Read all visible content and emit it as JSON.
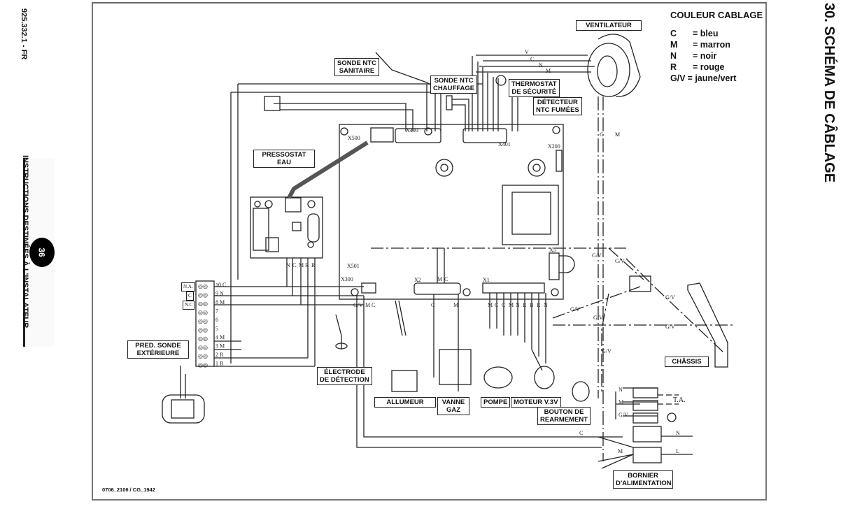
{
  "document": {
    "reference": "925.332.1 - FR",
    "side_title": "INSTRUCTIONS DESTINÉES À L'INSTALATEUR",
    "page_number": "36",
    "section_title": "30. SCHÉMA DE CÂBLAGE",
    "drawing_ref": "0706_2106 / CG_1942"
  },
  "legend": {
    "title": "COULEUR CABLAGE",
    "items": [
      {
        "code": "C",
        "meaning": "= bleu"
      },
      {
        "code": "M",
        "meaning": "= marron"
      },
      {
        "code": "N",
        "meaning": "= noir"
      },
      {
        "code": "R",
        "meaning": "= rouge"
      },
      {
        "code": "G/V",
        "meaning": "= jaune/vert"
      }
    ]
  },
  "components": {
    "ventilateur": "VENTILATEUR",
    "sonde_ntc_sanitaire": [
      "SONDE NTC",
      "SANITAIRE"
    ],
    "sonde_ntc_chauffage": [
      "SONDE NTC",
      "CHAUFFAGE"
    ],
    "thermostat_securite": [
      "THERMOSTAT",
      "DE SÉCURITÉ"
    ],
    "detecteur_ntc_fumees": [
      "DÉTECTEUR",
      "NTC FUMÉES"
    ],
    "pressostat_eau": [
      "PRESSOSTAT",
      "EAU"
    ],
    "pred_sonde_exterieure": [
      "PRED. SONDE",
      "EXTÉRIEURE"
    ],
    "electrode_detection": [
      "ÉLECTRODE",
      "DE DÉTECTION"
    ],
    "allumeur": "ALLUMEUR",
    "vanne_gaz": [
      "VANNE",
      "GAZ"
    ],
    "pompe": "POMPE",
    "moteur_v3v": "MOTEUR V.3V",
    "bouton_rearmement": [
      "BOUTON DE",
      "REARMEMENT"
    ],
    "chassis": "CHÂSSIS",
    "bornier_alimentation": [
      "BORNIER",
      "D'ALIMENTATION"
    ]
  },
  "terminal_block": {
    "tags": [
      "N.A.",
      "C",
      "N.C"
    ],
    "pins": [
      {
        "num": "10",
        "wire": "C"
      },
      {
        "num": "9",
        "wire": "N"
      },
      {
        "num": "8",
        "wire": "M"
      },
      {
        "num": "7",
        "wire": ""
      },
      {
        "num": "6",
        "wire": ""
      },
      {
        "num": "5",
        "wire": ""
      },
      {
        "num": "4",
        "wire": "M"
      },
      {
        "num": "3",
        "wire": "M"
      },
      {
        "num": "2",
        "wire": "R"
      },
      {
        "num": "1",
        "wire": "R"
      }
    ]
  },
  "connectors": {
    "x400": "X400",
    "x401": "X401",
    "x200": "X200",
    "x500": "X500",
    "x501": "X501",
    "x300": "X300",
    "x2": "X2",
    "x1": "X1",
    "x5": "X5",
    "x1_wires": [
      "M",
      "C",
      "C",
      "M",
      "N",
      "R",
      "B",
      "R",
      "N"
    ],
    "x2_wires_top": [
      "M",
      "C"
    ],
    "x2_wires_bottom": [
      "C",
      "M"
    ],
    "x300_wires": [
      "G/V",
      "M",
      "C"
    ],
    "display_board_wires": [
      "N",
      "C",
      "M",
      "R",
      "R"
    ]
  },
  "wire_labels": {
    "fan": [
      "V",
      "C",
      "N",
      "M"
    ],
    "fan_down": [
      "C",
      "M"
    ],
    "earth": "G/V",
    "supply": [
      "N",
      "M",
      "G/V"
    ],
    "supply_out": [
      "T.A.",
      "N",
      "L"
    ],
    "supply_in": [
      "C",
      "M"
    ]
  }
}
